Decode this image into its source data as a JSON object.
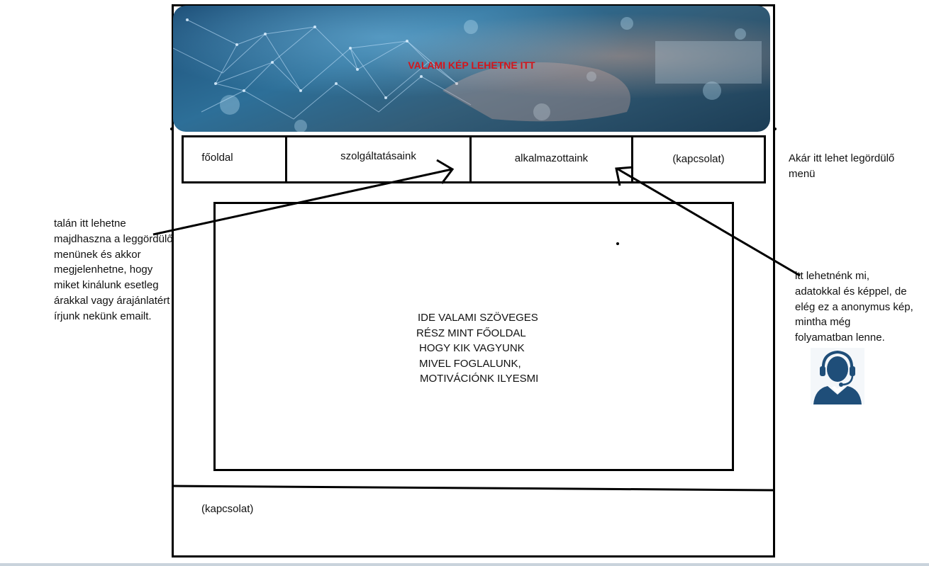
{
  "hero": {
    "caption": "VALAMI KÉP LEHETNE ITT"
  },
  "nav": {
    "items": [
      {
        "label": "főoldal"
      },
      {
        "label": "szolgáltatásaink"
      },
      {
        "label": "alkalmazottaink"
      },
      {
        "label": "(kapcsolat)"
      }
    ]
  },
  "content": {
    "lines": [
      "IDE VALAMI SZÖVEGES",
      "RÉSZ MINT FŐOLDAL",
      "HOGY KIK VAGYUNK",
      "MIVEL FOGLALUNK,",
      "MOTIVÁCIÓNK ILYESMI"
    ]
  },
  "footer": {
    "label": "(kapcsolat)"
  },
  "annotations": {
    "dropdown_note": [
      "Akár itt lehet legördülő",
      "menü"
    ],
    "left_note": [
      "talán itt lehetne",
      "majdhaszna a leggördülő",
      "menünek és akkor",
      "megjelenhetne, hogy",
      "miket kinálunk esetleg",
      "árakkal vagy árajánlatért",
      "írjunk nekünk emailt."
    ],
    "right_note": [
      "itt lehetnénk mi,",
      "adatokkal és képpel, de",
      "elég ez a anonymus kép,",
      "mintha még",
      "folyamatban lenne."
    ]
  },
  "icons": {
    "avatar": "support-agent-icon",
    "avatar_color": "#1f4e79"
  },
  "colors": {
    "caption": "#d4151b"
  }
}
